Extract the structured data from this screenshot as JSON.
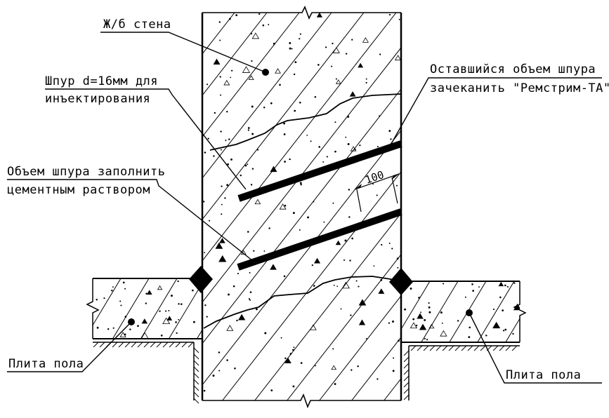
{
  "labels": {
    "wall": "Ж/б стена",
    "drill_line1": "Шпур d=16мм для",
    "drill_line2": "инъектирования",
    "fill_line1": "Объем шпура заполнить",
    "fill_line2": "цементным раствором",
    "remain_line1": "Оставшийся объем шпура",
    "remain_line2": "зачеканить \"Ремстрим-ТА\"",
    "slab_left": "Плита пола",
    "slab_right": "Плита пола"
  },
  "dimensions": {
    "spacing": "100"
  },
  "colors": {
    "ink": "#000000",
    "paper": "#ffffff"
  }
}
